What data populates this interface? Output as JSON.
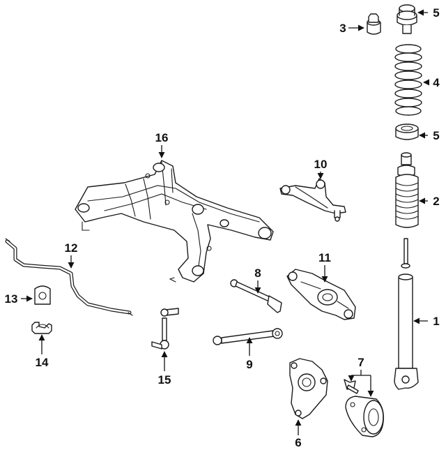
{
  "diagram": {
    "callouts": {
      "c1": "1",
      "c2": "2",
      "c3": "3",
      "c4": "4",
      "c5a": "5",
      "c5b": "5",
      "c6": "6",
      "c7": "7",
      "c8": "8",
      "c9": "9",
      "c10": "10",
      "c11": "11",
      "c12": "12",
      "c13": "13",
      "c14": "14",
      "c15": "15",
      "c16": "16"
    },
    "colors": {
      "line": "#1a1a1a",
      "background": "#ffffff"
    }
  }
}
